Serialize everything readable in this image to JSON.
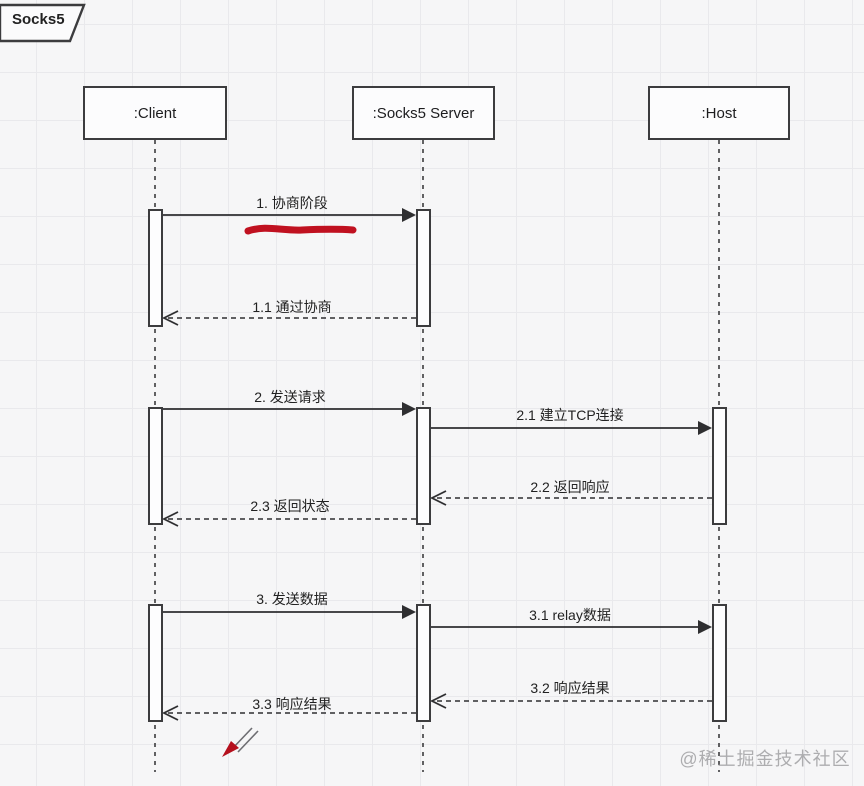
{
  "diagram": {
    "title": "Socks5",
    "type": "uml-sequence-diagram",
    "actors": [
      {
        "id": "client",
        "label": ":Client"
      },
      {
        "id": "server",
        "label": ":Socks5 Server"
      },
      {
        "id": "host",
        "label": ":Host"
      }
    ],
    "messages": [
      {
        "num": "1",
        "label": "1. 协商阶段",
        "from": "client",
        "to": "server",
        "style": "solid"
      },
      {
        "num": "1.1",
        "label": "1.1 通过协商",
        "from": "server",
        "to": "client",
        "style": "dashed"
      },
      {
        "num": "2",
        "label": "2. 发送请求",
        "from": "client",
        "to": "server",
        "style": "solid"
      },
      {
        "num": "2.1",
        "label": "2.1 建立TCP连接",
        "from": "server",
        "to": "host",
        "style": "solid"
      },
      {
        "num": "2.2",
        "label": "2.2 返回响应",
        "from": "host",
        "to": "server",
        "style": "dashed"
      },
      {
        "num": "2.3",
        "label": "2.3 返回状态",
        "from": "server",
        "to": "client",
        "style": "dashed"
      },
      {
        "num": "3",
        "label": "3. 发送数据",
        "from": "client",
        "to": "server",
        "style": "solid"
      },
      {
        "num": "3.1",
        "label": "3.1 relay数据",
        "from": "server",
        "to": "host",
        "style": "solid"
      },
      {
        "num": "3.2",
        "label": "3.2 响应结果",
        "from": "host",
        "to": "server",
        "style": "dashed"
      },
      {
        "num": "3.3",
        "label": "3.3 响应结果",
        "from": "server",
        "to": "client",
        "style": "dashed"
      }
    ],
    "annotations": {
      "red_underline_under": "1. 协商阶段",
      "red_arrow_doodle": "hand-drawn arrow pointing down-left below client bar",
      "accent_red": "#c01120"
    },
    "watermark": "@稀土掘金技术社区",
    "colors": {
      "line": "#3c3c3e",
      "background": "#f6f6f7",
      "grid": "#e9e9ec"
    }
  }
}
